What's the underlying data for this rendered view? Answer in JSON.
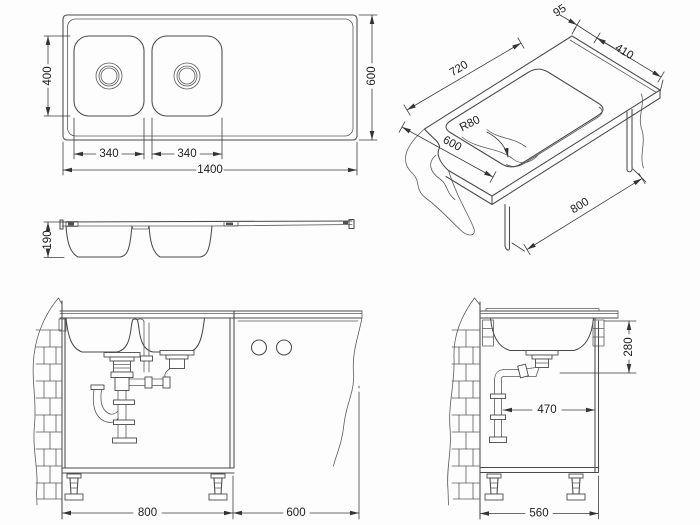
{
  "colors": {
    "line": "#4a4a4a",
    "dimension": "#3c3c3c",
    "text": "#1c1c1c",
    "background": "#fdfdfd"
  },
  "views": {
    "top": {
      "overall_length": "1400",
      "overall_depth": "600",
      "bowl_depth": "400",
      "bowl1_width": "340",
      "bowl2_width": "340"
    },
    "iso": {
      "cutout_length": "720",
      "back_offset": "95",
      "cutout_width": "410",
      "corner_radius": "R80",
      "counter_depth": "600",
      "cabinet_width": "800"
    },
    "profile": {
      "height": "190"
    },
    "front": {
      "sink_cabinet_width": "800",
      "adjacent_cabinet_width": "600"
    },
    "side": {
      "drain_height": "280",
      "drain_offset": "470",
      "cabinet_depth": "560"
    }
  }
}
